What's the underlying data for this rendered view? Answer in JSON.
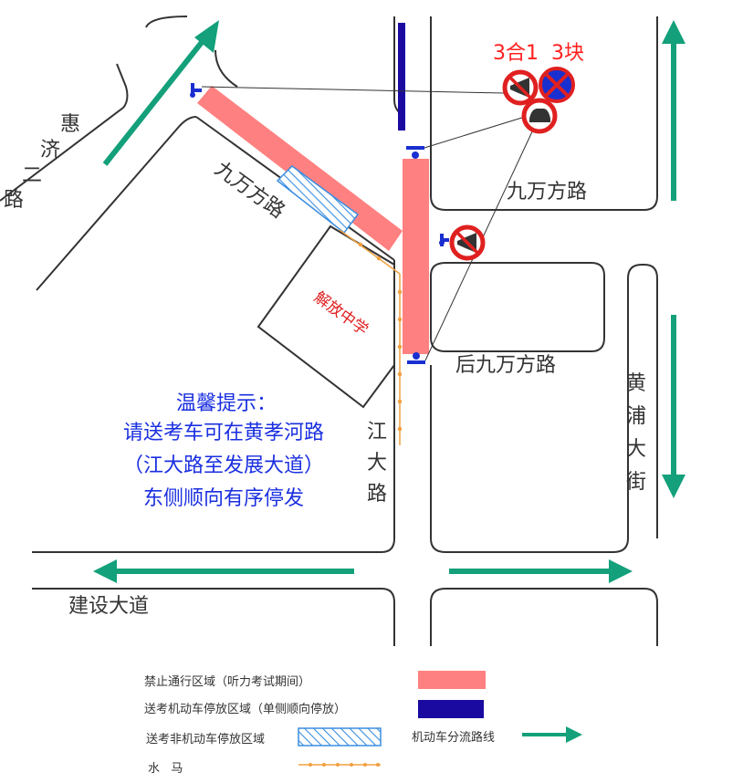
{
  "streets": {
    "huiji_road": [
      "惠",
      "济",
      "二",
      "路"
    ],
    "jiuwanfang_west": "九万方路",
    "jiuwanfang_east": "九万方路",
    "hou_jiuwanfang": "后九万方路",
    "jiangda_road": [
      "江",
      "大",
      "路"
    ],
    "huangpu_street": [
      "黄",
      "浦",
      "大",
      "街"
    ],
    "jianshe_avenue": "建设大道"
  },
  "school": "解放中学",
  "sign_note": "3合1  3块",
  "notice": {
    "title": "温馨提示：",
    "line1": "请送考车可在黄孝河路",
    "line2": "（江大路至发展大道）",
    "line3": "东侧顺向有序停发"
  },
  "legend": {
    "no_entry": "禁止通行区域（听力考试期间）",
    "motor_parking": "送考机动车停放区域（单侧顺向停放）",
    "nonmotor_parking": "送考非机动车停放区域",
    "barrier": "水   马",
    "diversion": "机动车分流路线"
  },
  "colors": {
    "road": "#333333",
    "no_entry": "#ff8080",
    "motor_parking": "#1a0aa0",
    "nonmotor_hatch": "#3a8ee0",
    "barrier": "#f0a040",
    "arrow": "#13a07a",
    "sign_red": "#e02020",
    "sign_blue": "#1a2fd0",
    "note_text": "#ff2020",
    "notice_text": "#1a2fe0"
  }
}
